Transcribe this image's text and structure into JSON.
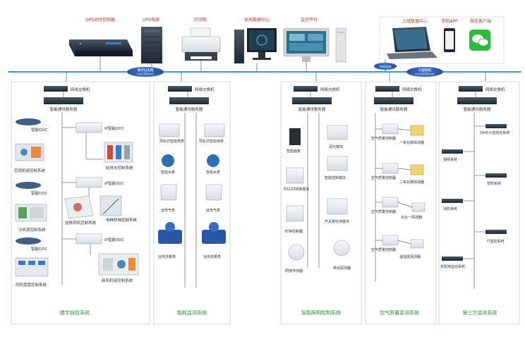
{
  "colors": {
    "bus": "#2aa3c6",
    "zone_border": "#bfc8cc",
    "title_green": "#2f8f3a",
    "red_label": "#c0392b",
    "line": "#6b6b6b",
    "device": "#2e3a46",
    "device_light": "#e8ecef"
  },
  "top": {
    "devices": [
      {
        "label": "GPS对时控制器",
        "icon": "gps-server-icon"
      },
      {
        "label": "UPS电源",
        "icon": "ups-icon"
      },
      {
        "label": "打印机",
        "icon": "printer-icon"
      },
      {
        "label": "本地数据中心",
        "icon": "workstation-icon"
      },
      {
        "label": "监控平台",
        "icon": "monitor-platform-icon"
      }
    ],
    "remote": [
      {
        "label": "上级数据中心",
        "icon": "laptop-icon"
      },
      {
        "label": "手机APP",
        "icon": "phone-icon"
      },
      {
        "label": "微信客户端",
        "icon": "wechat-icon"
      }
    ],
    "bus_badges": [
      {
        "label": "楼宇以太网",
        "sub": "Local Ethernet"
      },
      {
        "label": "Internet",
        "sub": ""
      },
      {
        "label": "外部网络",
        "sub": "Internet Ethernet"
      }
    ]
  },
  "common": {
    "switch_label": "网络交换机",
    "server_label": "智能通讯服务器",
    "ddc_label": "IP智能DDC",
    "smart_ddc": "智能DDC"
  },
  "zones": [
    {
      "title": "楼宇自控系统",
      "items": [
        "空调机组控制系统",
        "给排水控制系统",
        "冷热源控制系统",
        "送排风机控制系统",
        "电梯扶梯控制系统",
        "风机盘管控制系统",
        "新风机组控制系统"
      ]
    },
    {
      "title": "能耗监测系统",
      "items": [
        "导轨式智能电表",
        "导轨式智能电表",
        "智能水表",
        "智能水表",
        "远传气表",
        "远传气表",
        "远传流量表",
        "远传流量表"
      ]
    },
    {
      "title": "智能照明控制系统",
      "items": [
        "智能面板",
        "调光模块",
        "智能控制模块",
        "RS232转换模块",
        "开关量检测模块",
        "时钟控制器",
        "照度传感器",
        "移动探测器"
      ]
    },
    {
      "title": "空气质量监测系统",
      "items": [
        "空气质量控制器",
        "一氧化碳探测器",
        "空气质量控制器",
        "二氧化碳探测器",
        "空气质量控制器",
        "多合一探测器",
        "空气质量控制器",
        "温湿度探测器"
      ]
    },
    {
      "title": "第三方监测系统",
      "items": [
        "OA办公自动化系统",
        "视频系统",
        "安防系统",
        "消防系统",
        "IT监控系统",
        "变配电监控系统"
      ]
    }
  ]
}
